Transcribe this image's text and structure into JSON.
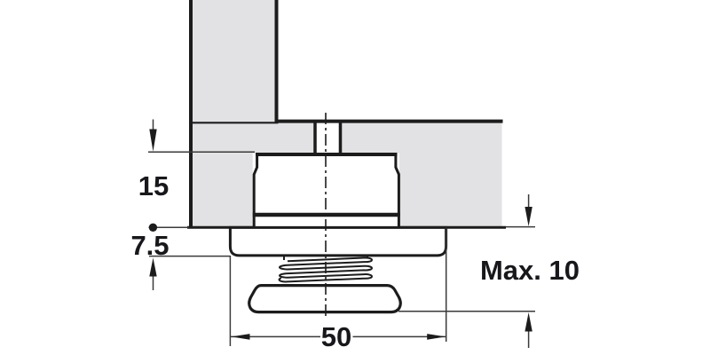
{
  "drawing": {
    "dimension_labels": {
      "side_panel_depth": "15",
      "flange_height": "7.5",
      "max_height_adjustment": "Max. 10",
      "base_plate_width": "50"
    },
    "colors": {
      "background": "#ffffff",
      "panel_fill": "#e2e2e4",
      "line": "#1c1c1c",
      "thin_line": "#3a3a3a",
      "text": "#17171c"
    }
  }
}
